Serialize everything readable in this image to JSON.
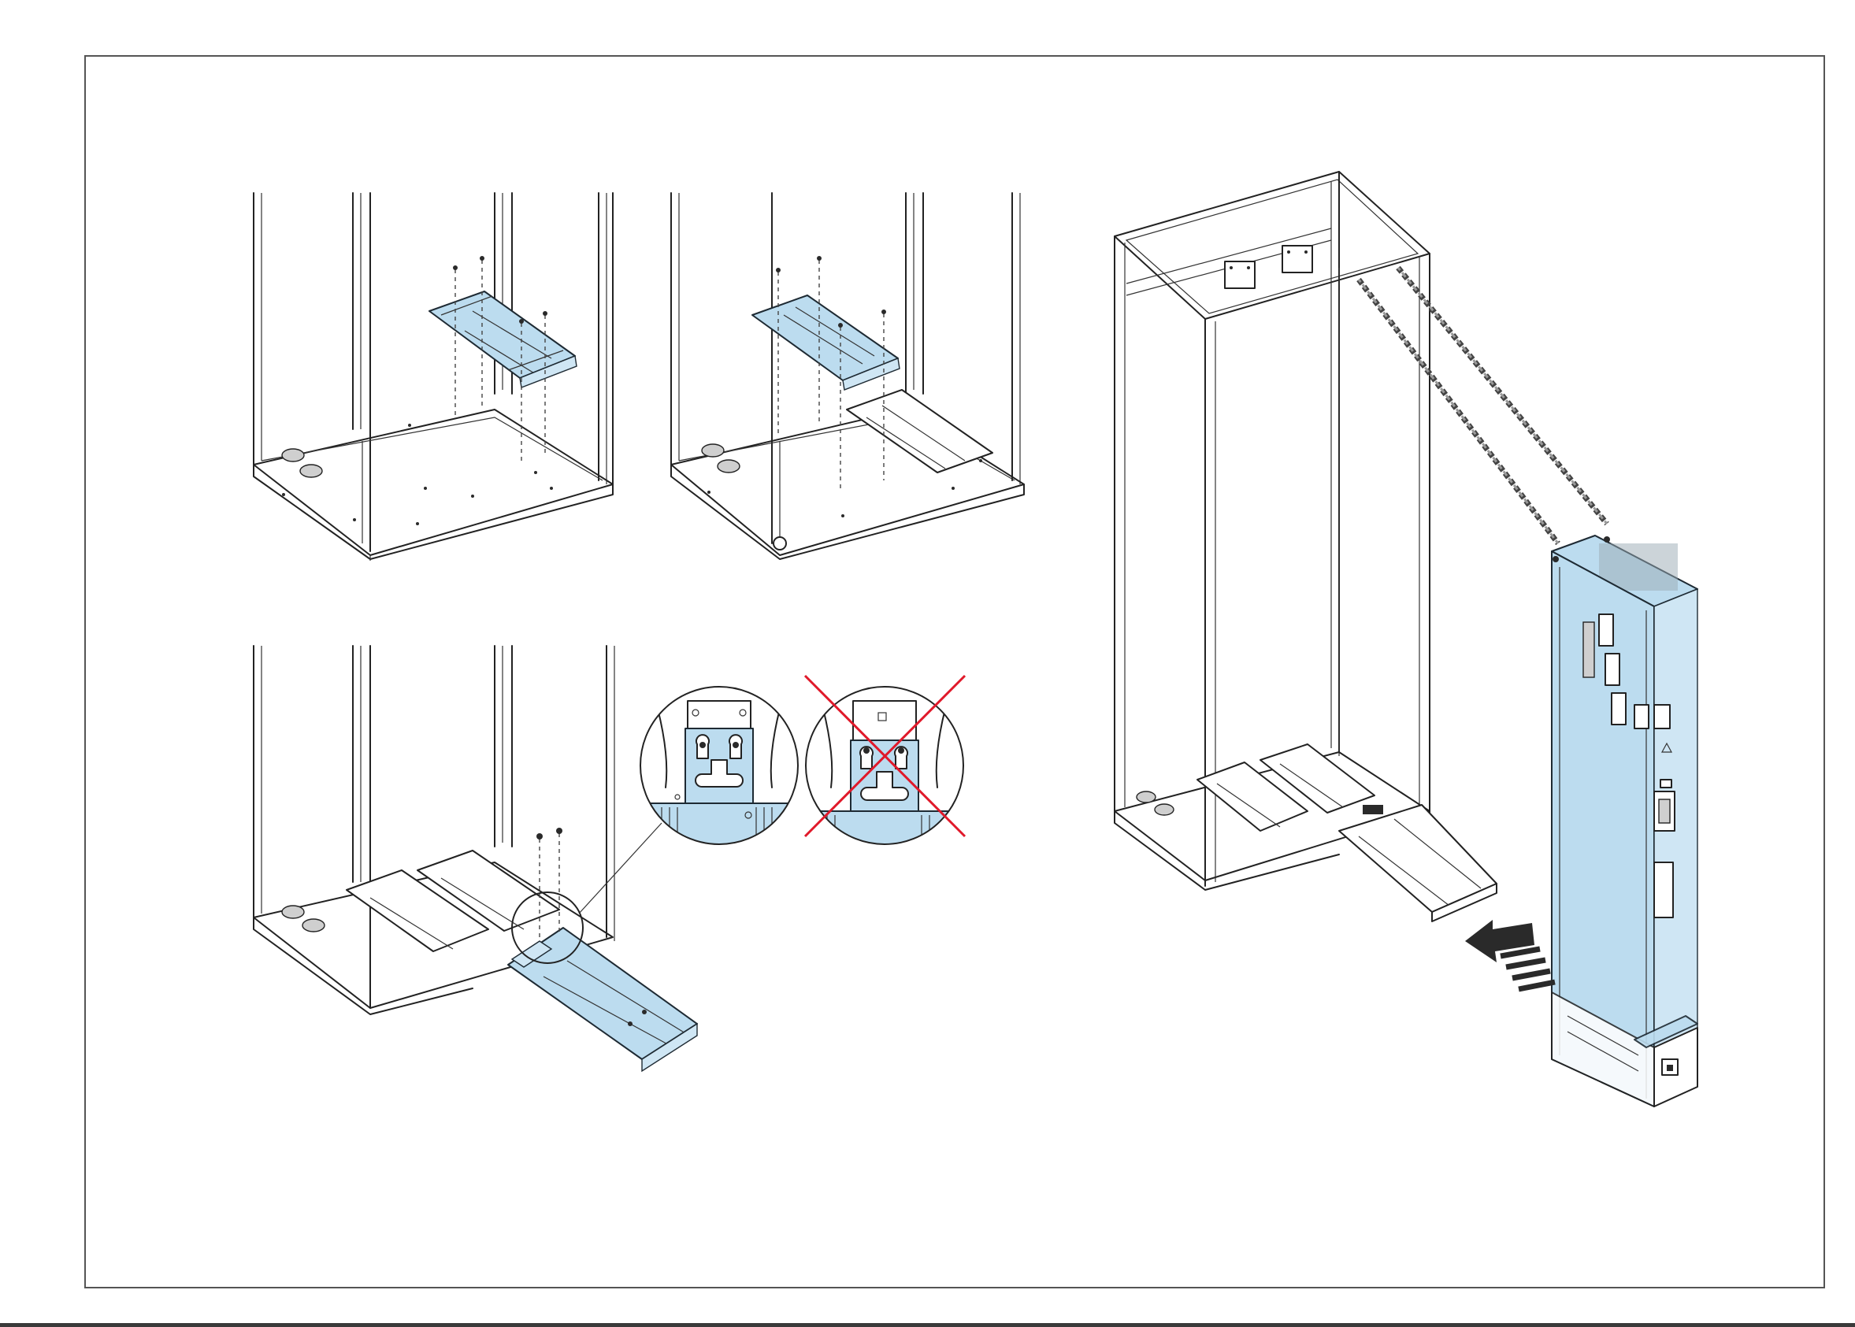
{
  "diagram": {
    "panels": [
      {
        "name": "step-1-fit-front-rail"
      },
      {
        "name": "step-2-fit-rear-rail"
      },
      {
        "name": "step-3-fit-ramp"
      },
      {
        "name": "detail-correct-engagement"
      },
      {
        "name": "detail-incorrect-engagement"
      },
      {
        "name": "step-4-insert-drive-module"
      }
    ],
    "symbols": {
      "wrong_mark": "red-cross",
      "insert_direction": "arrow-icon",
      "warning": "warning-triangle-icon"
    },
    "colors": {
      "highlight_part": "#bcdcef",
      "line": "#222222",
      "reject_cross": "#e0192a"
    }
  }
}
